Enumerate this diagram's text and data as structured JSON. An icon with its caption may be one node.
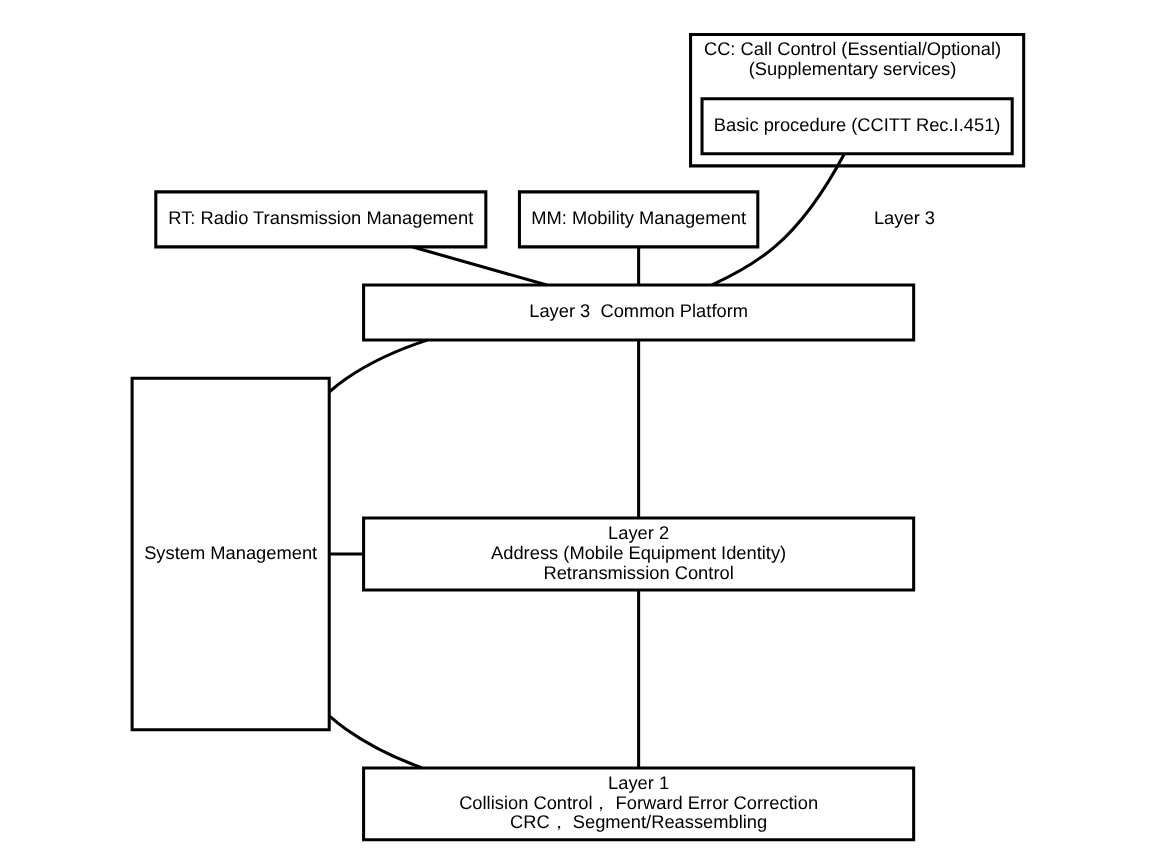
{
  "diagram": {
    "nodes": [
      {
        "text": [
          "System Management"
        ]
      },
      {
        "text": [
          "RT: Radio Transmission Management"
        ]
      },
      {
        "text": [
          "MM: Mobility Management"
        ]
      },
      {
        "text": [
          "CC: Call Control (Essential/Optional)",
          "(Supplementary services)"
        ]
      },
      {
        "text": [
          "Basic procedure (CCITT Rec.I.451)"
        ],
        "in": 3
      },
      {
        "text": [
          "Layer 3  Common Platform"
        ]
      },
      {
        "text": [
          "Layer 2",
          "Address (Mobile Equipment Identity)",
          "Retransmission Control"
        ]
      },
      {
        "text": [
          "Layer 1",
          "Collision Control， Forward Error Correction",
          "CRC， Segment/Reassembling"
        ]
      }
    ],
    "edges": [
      {
        "from": 1,
        "to": 5,
        "arrow": "none"
      },
      {
        "from": 2,
        "to": 5,
        "arrow": "none"
      },
      {
        "from": 4,
        "to": 5,
        "arrow": "none"
      },
      {
        "from": 5,
        "to": 6,
        "arrow": "none"
      },
      {
        "from": 6,
        "to": 7,
        "arrow": "none"
      },
      {
        "from": 0,
        "to": 5,
        "arrow": "none"
      },
      {
        "from": 0,
        "to": 6,
        "arrow": "none"
      },
      {
        "from": 0,
        "to": 7,
        "arrow": "none"
      }
    ],
    "labels": [
      "Layer 3"
    ]
  }
}
